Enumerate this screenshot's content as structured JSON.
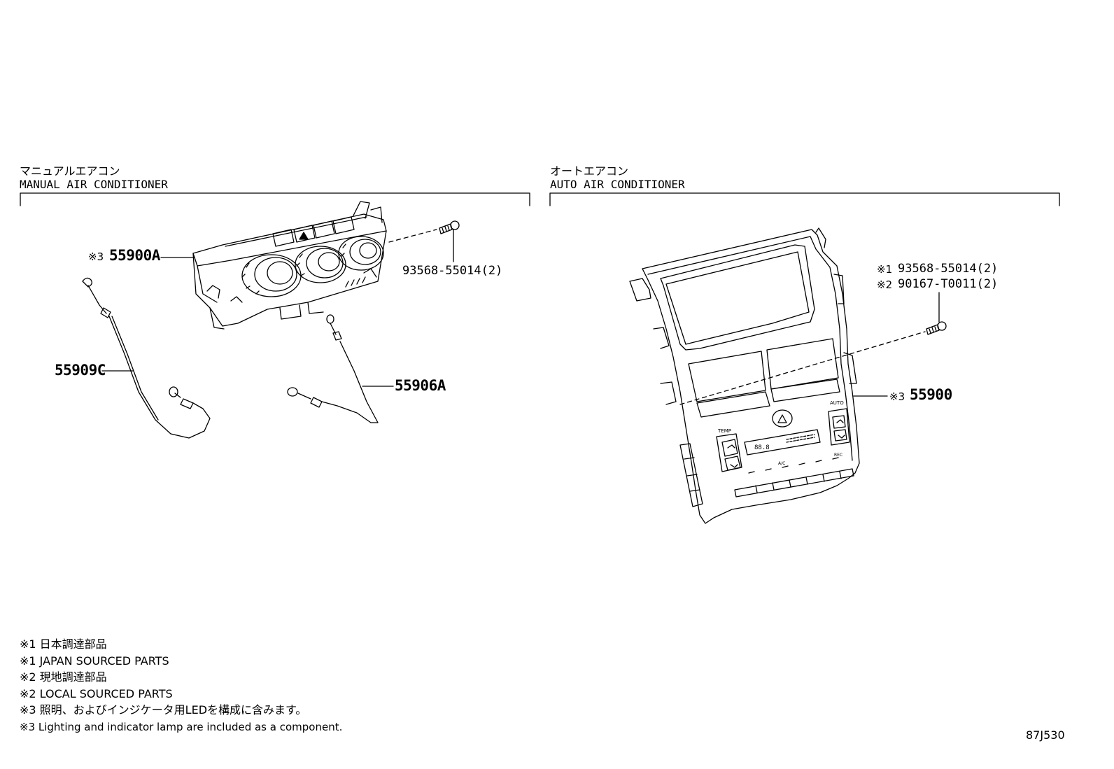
{
  "sections": {
    "manual": {
      "title_jp": "マニュアルエアコン",
      "title_en": "MANUAL AIR CONDITIONER"
    },
    "auto": {
      "title_jp": "オートエアコン",
      "title_en": "AUTO AIR CONDITIONER"
    }
  },
  "callouts": {
    "p55900A_mark": "※3",
    "p55900A": "55900A",
    "screw_manual": "93568-55014(2)",
    "p55909C": "55909C",
    "p55906A": "55906A",
    "screw_auto_1_mark": "※1",
    "screw_auto_1": "93568-55014(2)",
    "screw_auto_2_mark": "※2",
    "screw_auto_2": "90167-T0011(2)",
    "p55900_mark": "※3",
    "p55900": "55900"
  },
  "panel_labels": {
    "temp": "TEMP",
    "auto": "AUTO",
    "a_c": "A/C",
    "recirc": "REC",
    "display": "88.8"
  },
  "notes": [
    "※1 日本調達部品",
    "※1 JAPAN SOURCED PARTS",
    "※2 現地調達部品",
    "※2 LOCAL SOURCED PARTS",
    "※3 照明、およびインジケータ用LEDを構成に含みます。",
    "※3 Lighting and indicator lamp are included as a component."
  ],
  "figure_code": "87J530"
}
